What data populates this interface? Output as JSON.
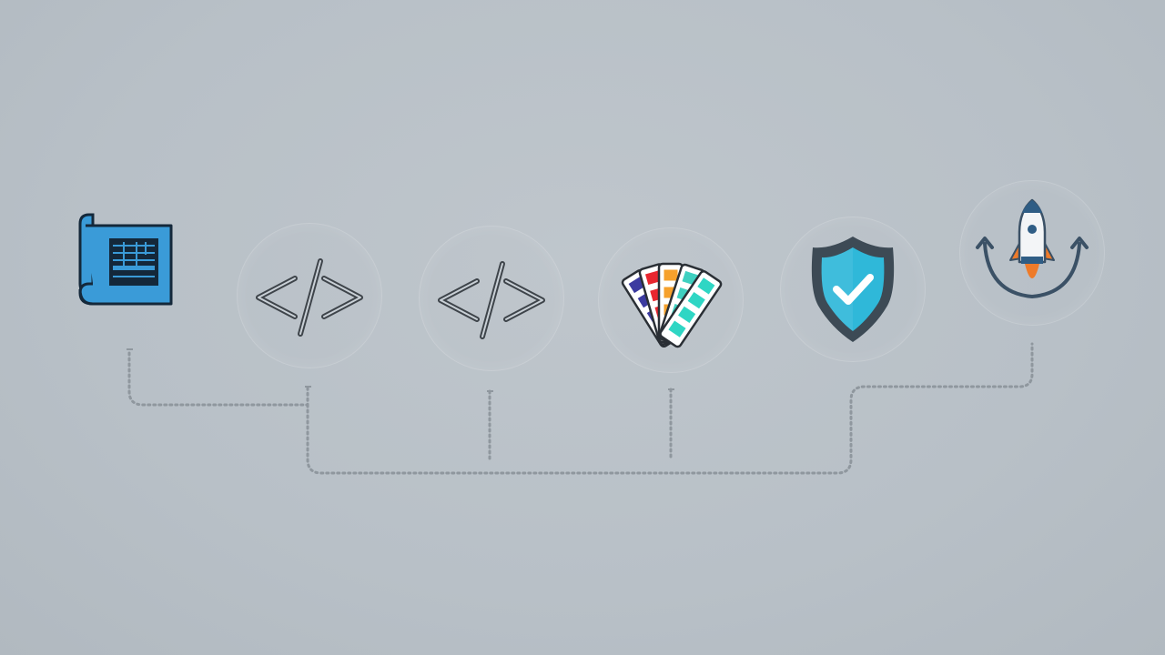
{
  "colors": {
    "background": "#b8c0c7",
    "connector": "#8f979e",
    "blueprint_fill": "#3a9bd8",
    "blueprint_stroke": "#14283a",
    "code_stroke": "#3e444a",
    "shield_outer": "#3d4a55",
    "shield_inner": "#2fb8d9",
    "check": "#ffffff",
    "rocket_body": "#f3f5f7",
    "rocket_accent": "#2f5d85",
    "rocket_flame": "#ee7b2a",
    "orbit": "#3b5166"
  },
  "swatches": [
    "#3c3ba0",
    "#e8262f",
    "#f6a12c",
    "#3fd0c0",
    "#2fd6c4"
  ],
  "steps": [
    {
      "id": "blueprint",
      "icon": "blueprint-icon"
    },
    {
      "id": "code-1",
      "icon": "code-icon"
    },
    {
      "id": "code-2",
      "icon": "code-icon"
    },
    {
      "id": "design",
      "icon": "color-palette-icon"
    },
    {
      "id": "security",
      "icon": "shield-check-icon"
    },
    {
      "id": "launch",
      "icon": "rocket-orbit-icon"
    }
  ]
}
